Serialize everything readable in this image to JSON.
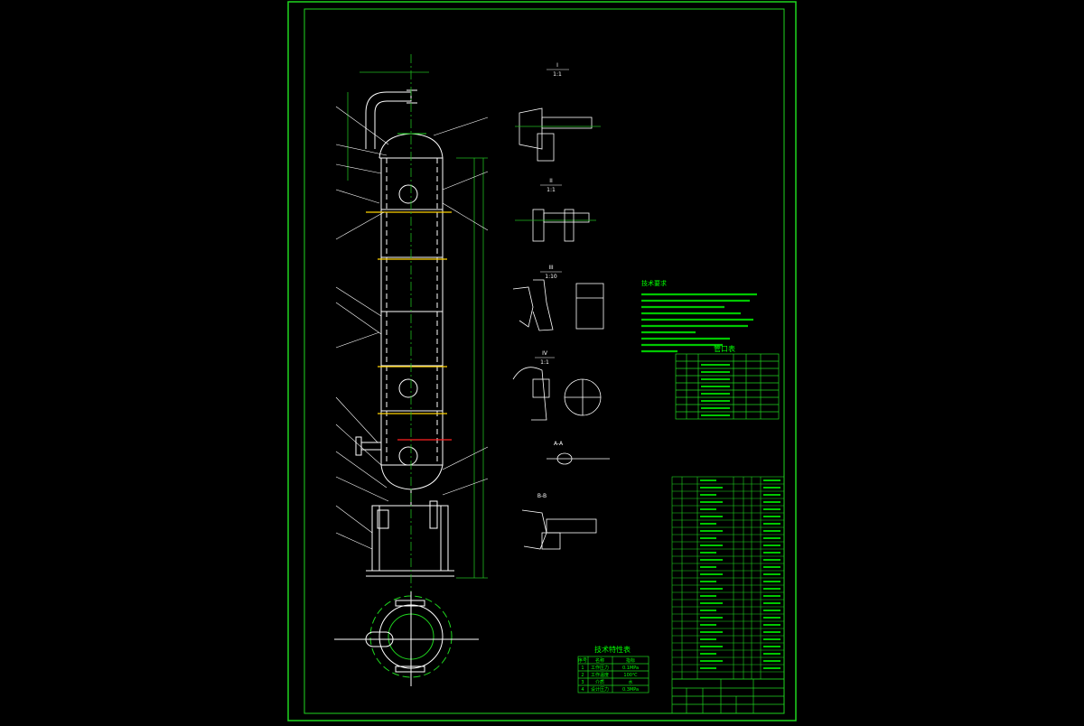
{
  "drawing": {
    "colors": {
      "frame": "#1fd61f",
      "line": "#ffffff",
      "text": "#00ff00",
      "dim": "#1fb81f",
      "accent_yellow": "#ffd200",
      "accent_red": "#ff2020",
      "cyan": "#00e0e0"
    },
    "views": {
      "detail_1": {
        "title": "I",
        "scale": "1:1"
      },
      "detail_2": {
        "title": "II",
        "scale": "1:1"
      },
      "detail_3": {
        "title": "III",
        "scale": "1:10"
      },
      "detail_4": {
        "title": "IV",
        "scale": "1:1"
      },
      "section_a": {
        "title": "A-A"
      },
      "section_b": {
        "title": "B-B"
      }
    },
    "labels": {
      "tech_requirements": "技术要求",
      "nozzle_table": "管口表",
      "tech_characteristics": "技术特性表"
    },
    "tech_table_rows": [
      [
        "序号",
        "名称",
        "指标"
      ],
      [
        "1",
        "工作压力",
        "0.1MPa"
      ],
      [
        "2",
        "工作温度",
        "100℃"
      ],
      [
        "3",
        "介质",
        "水"
      ],
      [
        "4",
        "设计压力",
        "0.3MPa"
      ]
    ]
  }
}
